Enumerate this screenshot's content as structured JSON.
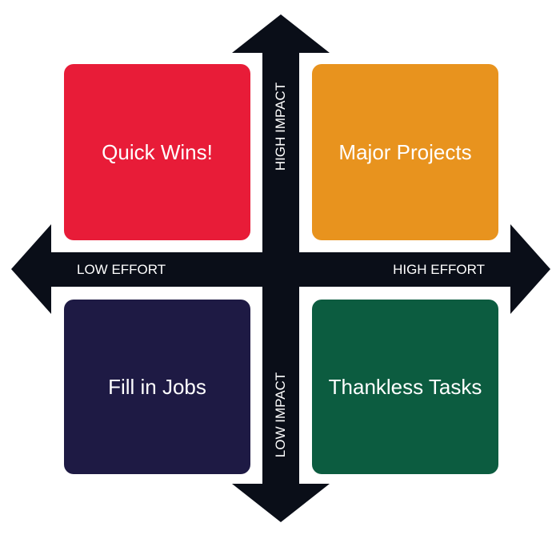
{
  "colors": {
    "axis": "#0a0e18",
    "quick_wins": "#e81c38",
    "major_projects": "#e8931e",
    "fill_in_jobs": "#1e1a44",
    "thankless_tasks": "#0c5c40",
    "text": "#ffffff"
  },
  "quadrants": {
    "top_left": "Quick Wins!",
    "top_right": "Major Projects",
    "bottom_left": "Fill in Jobs",
    "bottom_right": "Thankless Tasks"
  },
  "axes": {
    "x_low": "LOW EFFORT",
    "x_high": "HIGH EFFORT",
    "y_high": "HIGH IMPACT",
    "y_low": "LOW IMPACT"
  }
}
